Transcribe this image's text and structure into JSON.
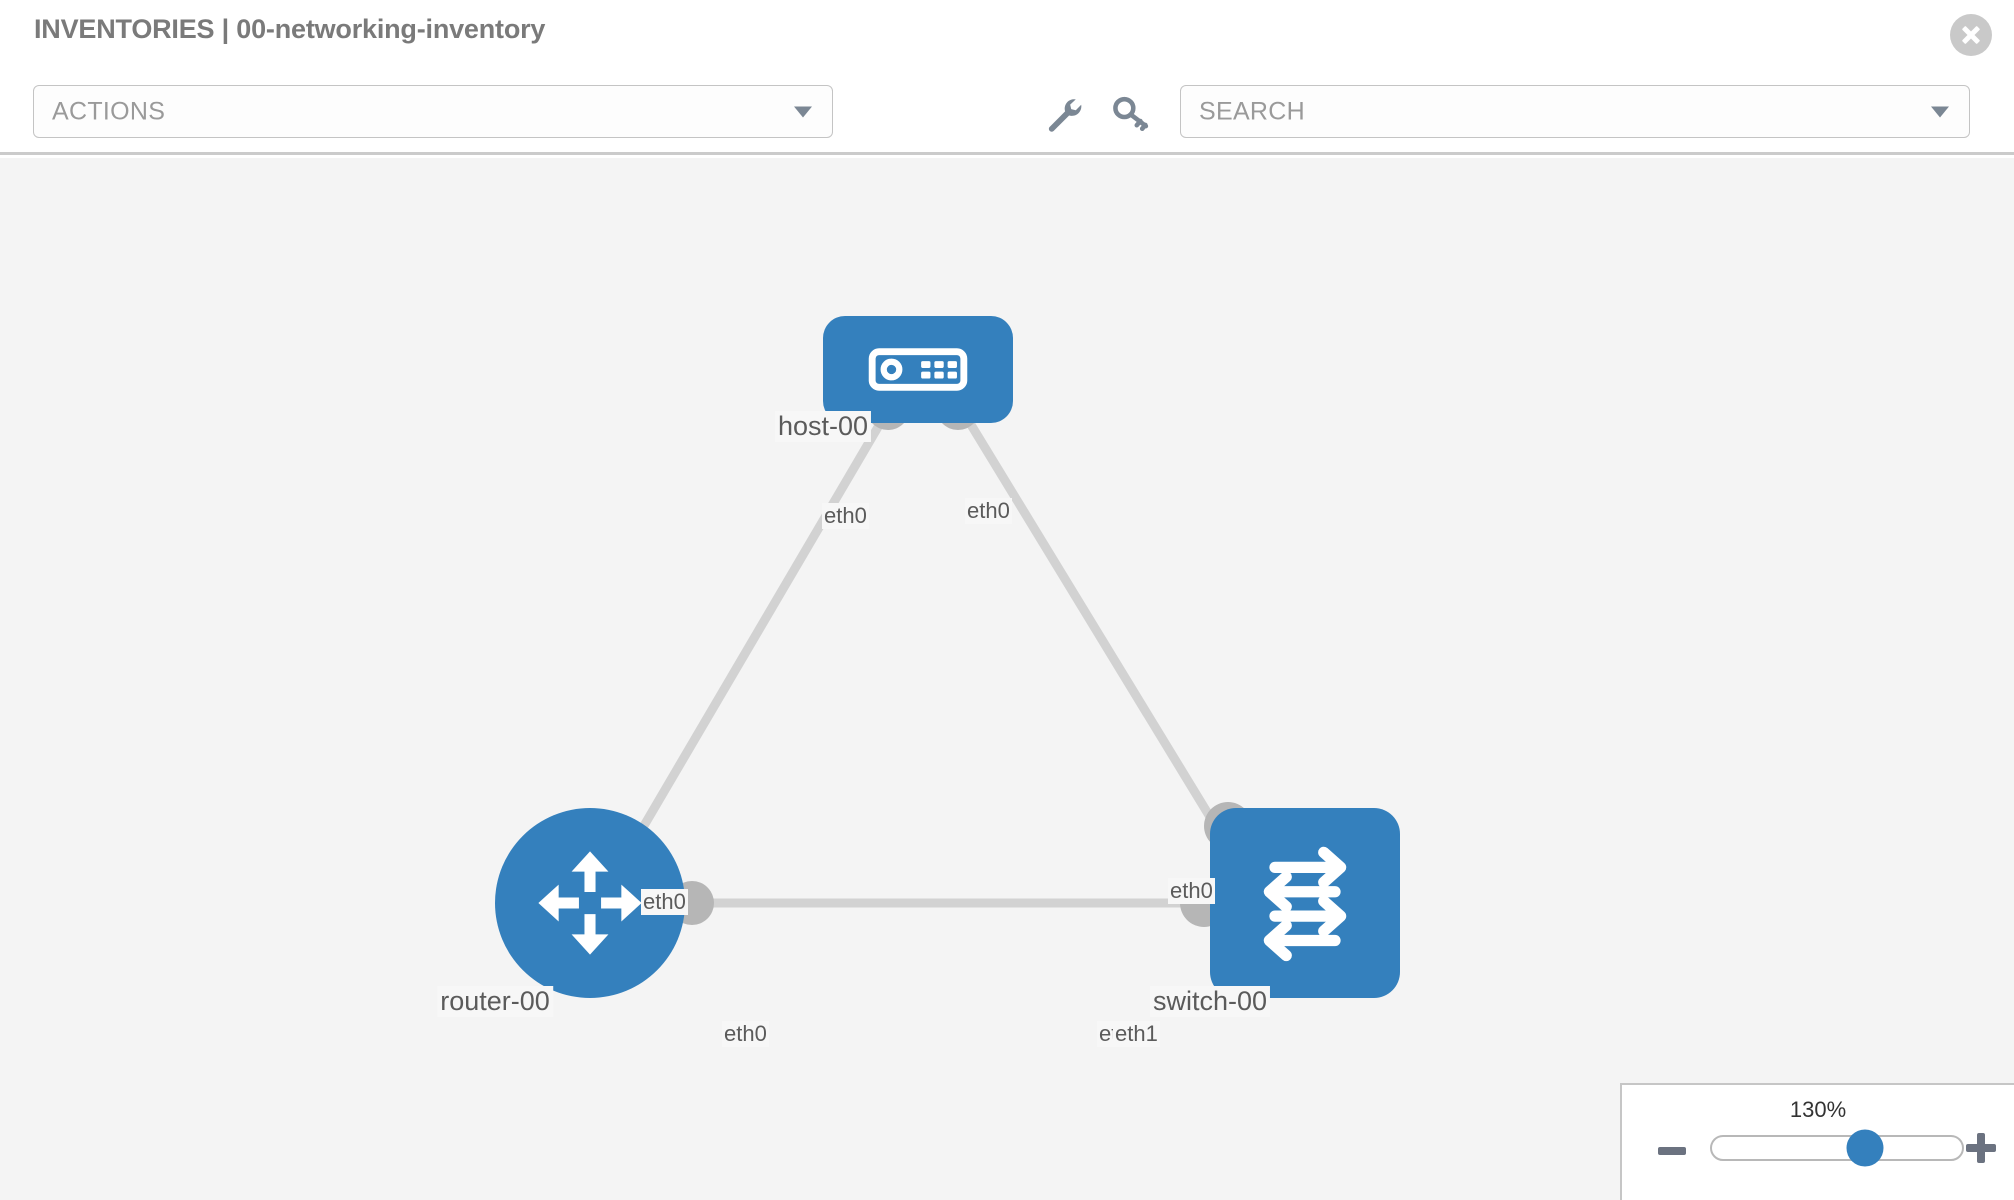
{
  "header": {
    "title": "INVENTORIES | 00-networking-inventory",
    "close_icon": "close-circle-icon"
  },
  "toolbar": {
    "actions": {
      "label": "ACTIONS",
      "caret_icon": "chevron-down-icon"
    },
    "search": {
      "placeholder": "SEARCH",
      "label": "SEARCH",
      "caret_icon": "chevron-down-icon"
    },
    "wrench_icon": "wrench-icon",
    "key_icon": "key-icon"
  },
  "topology": {
    "nodes": [
      {
        "id": "host-00",
        "label": "host-00",
        "type": "host",
        "icon": "server-icon"
      },
      {
        "id": "router-00",
        "label": "router-00",
        "type": "router",
        "icon": "router-arrows-icon"
      },
      {
        "id": "switch-00",
        "label": "switch-00",
        "type": "switch",
        "icon": "switch-arrows-icon"
      }
    ],
    "links": [
      {
        "from": "host-00",
        "to": "router-00",
        "from_port": "eth0",
        "to_port": "eth0"
      },
      {
        "from": "host-00",
        "to": "switch-00",
        "from_port": "eth0",
        "to_port": "eth0"
      },
      {
        "from": "router-00",
        "to": "switch-00",
        "from_port": "eth0",
        "to_port": "eth1"
      }
    ],
    "port_labels": {
      "host_left": "eth0",
      "host_right": "eth0",
      "router_upper": "eth0",
      "switch_upper": "eth0",
      "router_right": "eth0",
      "switch_left_a": "eth0",
      "switch_left_b": "eth1"
    },
    "colors": {
      "node_blue": "#3480bd",
      "link_gray": "#d2d2d2",
      "port_gray": "#b6b6b6",
      "canvas_bg": "#f4f4f4"
    }
  },
  "zoom_control": {
    "level": "130%",
    "minus_label": "minus-icon",
    "plus_label": "plus-icon",
    "slider_position_percent": 61
  }
}
